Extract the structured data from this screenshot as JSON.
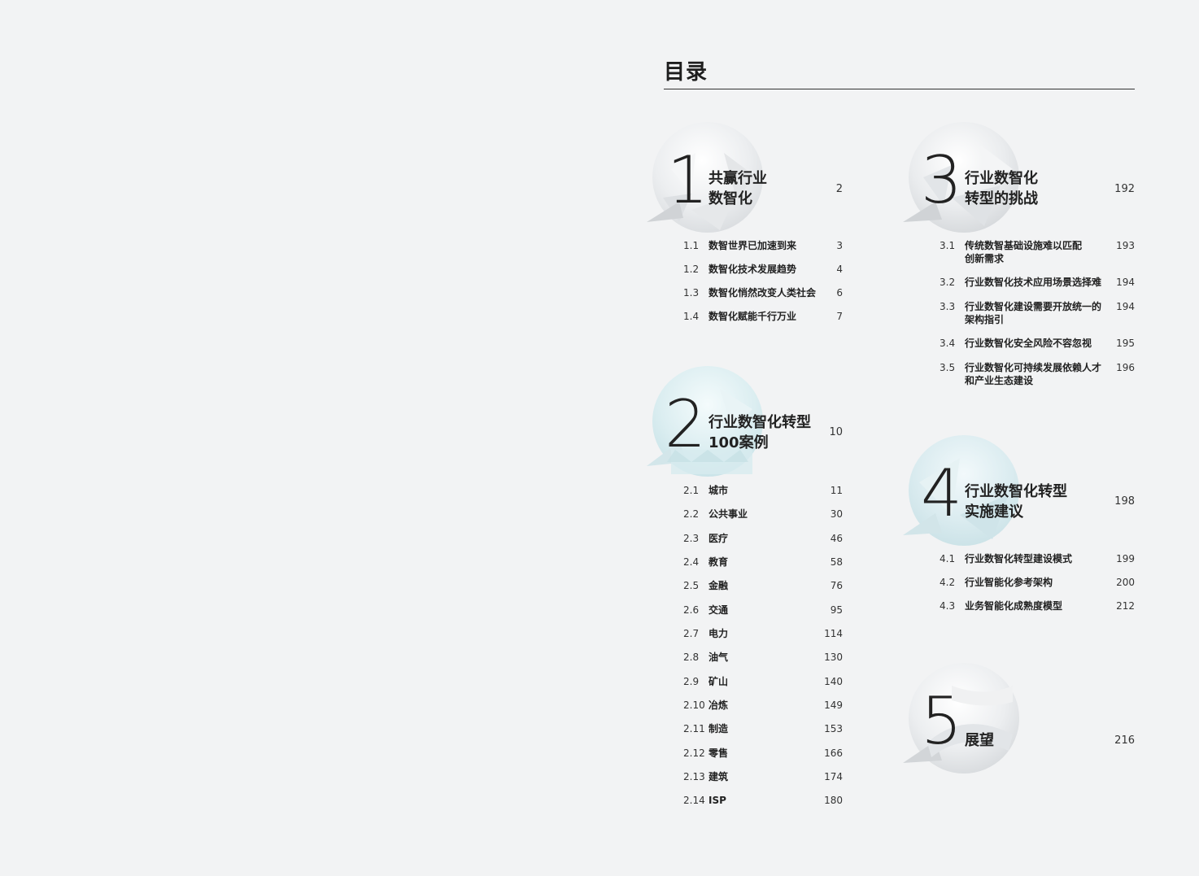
{
  "toc": {
    "title": "目录"
  },
  "chapters": [
    {
      "number": "1",
      "title_lines": [
        "共赢行业",
        "数智化"
      ],
      "page": "2",
      "entries": [
        {
          "num": "1.1",
          "lines": [
            "数智世界已加速到来"
          ],
          "page": "3"
        },
        {
          "num": "1.2",
          "lines": [
            "数智化技术发展趋势"
          ],
          "page": "4"
        },
        {
          "num": "1.3",
          "lines": [
            "数智化悄然改变人类社会"
          ],
          "page": "6"
        },
        {
          "num": "1.4",
          "lines": [
            "数智化赋能千行万业"
          ],
          "page": "7"
        }
      ]
    },
    {
      "number": "2",
      "title_lines": [
        "行业数智化转型",
        "100案例"
      ],
      "page": "10",
      "entries": [
        {
          "num": "2.1",
          "lines": [
            "城市"
          ],
          "page": "11"
        },
        {
          "num": "2.2",
          "lines": [
            "公共事业"
          ],
          "page": "30"
        },
        {
          "num": "2.3",
          "lines": [
            "医疗"
          ],
          "page": "46"
        },
        {
          "num": "2.4",
          "lines": [
            "教育"
          ],
          "page": "58"
        },
        {
          "num": "2.5",
          "lines": [
            "金融"
          ],
          "page": "76"
        },
        {
          "num": "2.6",
          "lines": [
            "交通"
          ],
          "page": "95"
        },
        {
          "num": "2.7",
          "lines": [
            "电力"
          ],
          "page": "114"
        },
        {
          "num": "2.8",
          "lines": [
            "油气"
          ],
          "page": "130"
        },
        {
          "num": "2.9",
          "lines": [
            "矿山"
          ],
          "page": "140"
        },
        {
          "num": "2.10",
          "lines": [
            "冶炼"
          ],
          "page": "149"
        },
        {
          "num": "2.11",
          "lines": [
            "制造"
          ],
          "page": "153"
        },
        {
          "num": "2.12",
          "lines": [
            "零售"
          ],
          "page": "166"
        },
        {
          "num": "2.13",
          "lines": [
            "建筑"
          ],
          "page": "174"
        },
        {
          "num": "2.14",
          "lines": [
            "ISP"
          ],
          "page": "180"
        }
      ]
    },
    {
      "number": "3",
      "title_lines": [
        "行业数智化",
        "转型的挑战"
      ],
      "page": "192",
      "entries": [
        {
          "num": "3.1",
          "lines": [
            "传统数智基础设施难以匹配",
            "创新需求"
          ],
          "page": "193"
        },
        {
          "num": "3.2",
          "lines": [
            "行业数智化技术应用场景选择难"
          ],
          "page": "194"
        },
        {
          "num": "3.3",
          "lines": [
            "行业数智化建设需要开放统一的",
            "架构指引"
          ],
          "page": "194"
        },
        {
          "num": "3.4",
          "lines": [
            "行业数智化安全风险不容忽视"
          ],
          "page": "195"
        },
        {
          "num": "3.5",
          "lines": [
            "行业数智化可持续发展依赖人才",
            "和产业生态建设"
          ],
          "page": "196"
        }
      ]
    },
    {
      "number": "4",
      "title_lines": [
        "行业数智化转型",
        "实施建议"
      ],
      "page": "198",
      "entries": [
        {
          "num": "4.1",
          "lines": [
            "行业数智化转型建设模式"
          ],
          "page": "199"
        },
        {
          "num": "4.2",
          "lines": [
            "行业智能化参考架构"
          ],
          "page": "200"
        },
        {
          "num": "4.3",
          "lines": [
            "业务智能化成熟度模型"
          ],
          "page": "212"
        }
      ]
    },
    {
      "number": "5",
      "title_lines": [
        "展望"
      ],
      "page": "216",
      "entries": []
    }
  ]
}
